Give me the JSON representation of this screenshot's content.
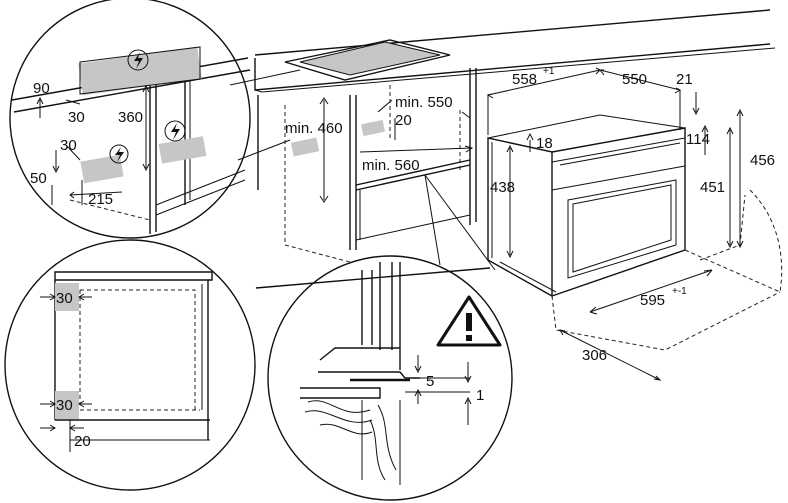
{
  "dimensions": {
    "d90": "90",
    "d30a": "30",
    "d360": "360",
    "d30b": "30",
    "d50": "50",
    "d215": "215",
    "min460": "min. 460",
    "min550": "min. 550",
    "d20a": "20",
    "min560": "min. 560",
    "d558": "558",
    "d558_tol": "+1",
    "d550": "550",
    "d21": "21",
    "d18": "18",
    "d114": "114",
    "d438": "438",
    "d456": "456",
    "d451": "451",
    "d595": "595",
    "d595_tol": "+-1",
    "d306": "306",
    "d30c": "30",
    "d30d": "30",
    "d20b": "20",
    "d5": "5",
    "d1": "1"
  },
  "icons": {
    "electric": "electric-hazard-icon",
    "warning": "warning-triangle-icon"
  },
  "colors": {
    "line": "#111111",
    "shade": "#c6c6c6"
  }
}
